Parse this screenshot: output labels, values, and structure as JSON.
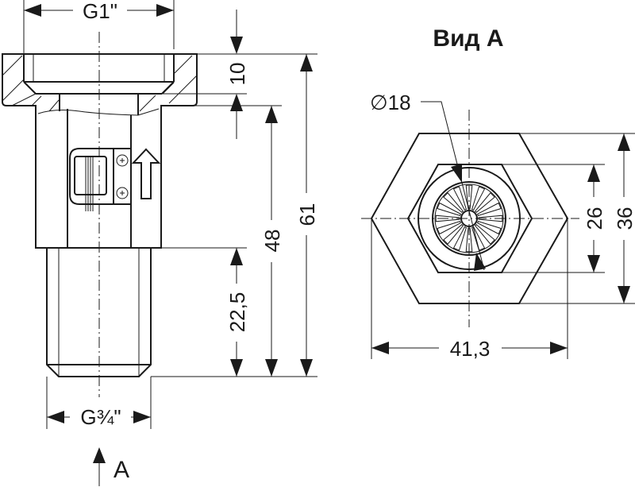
{
  "side_view": {
    "thread_top": "G1\"",
    "thread_bottom": "G¾\"",
    "dim_nut_height": "10",
    "dim_overall": "61",
    "dim_body": "48",
    "dim_spigot": "22,5",
    "view_marker": "A"
  },
  "view_a": {
    "title": "Вид А",
    "dim_diameter": "∅18",
    "dim_inner_flats": "26",
    "dim_outer_flats": "36",
    "dim_across_corners": "41,3"
  },
  "colors": {
    "line": "#1a1a1a",
    "background": "#ffffff"
  }
}
